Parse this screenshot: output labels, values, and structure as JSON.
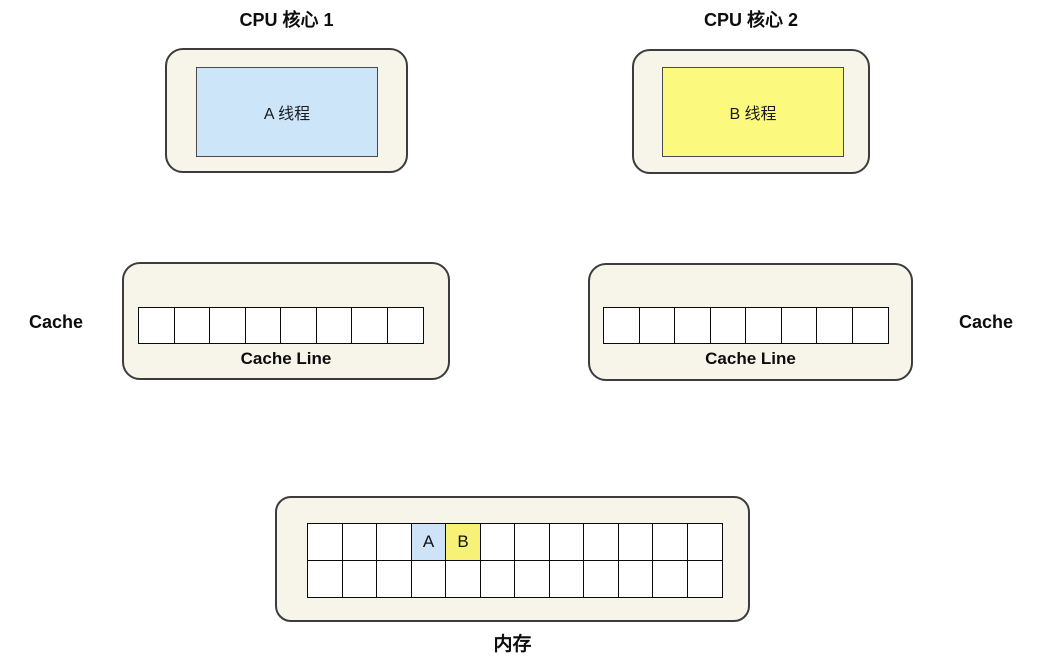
{
  "colors": {
    "box_fill": "#f7f4ea",
    "box_border": "#3c3c3c",
    "cell_fill": "#ffffff",
    "cell_border": "#0a0a0a",
    "thread_a_fill": "#cce5f9",
    "thread_b_fill": "#fbfa7e",
    "memory_a_fill": "#cee3f8",
    "memory_b_fill": "#f7f177"
  },
  "cores": [
    {
      "title": "CPU 核心 1",
      "thread_label": "A 线程",
      "fill": "#cce5f9"
    },
    {
      "title": "CPU 核心 2",
      "thread_label": "B 线程",
      "fill": "#fbfa7e"
    }
  ],
  "caches": [
    {
      "side_label": "Cache",
      "line_label": "Cache Line",
      "cell_count": 8
    },
    {
      "side_label": "Cache",
      "line_label": "Cache Line",
      "cell_count": 8
    }
  ],
  "memory": {
    "label": "内存",
    "rows": 2,
    "columns": 12,
    "highlighted_cells": [
      {
        "row": 0,
        "col": 3,
        "label": "A",
        "fill": "#cee3f8"
      },
      {
        "row": 0,
        "col": 4,
        "label": "B",
        "fill": "#f7f177"
      }
    ]
  }
}
